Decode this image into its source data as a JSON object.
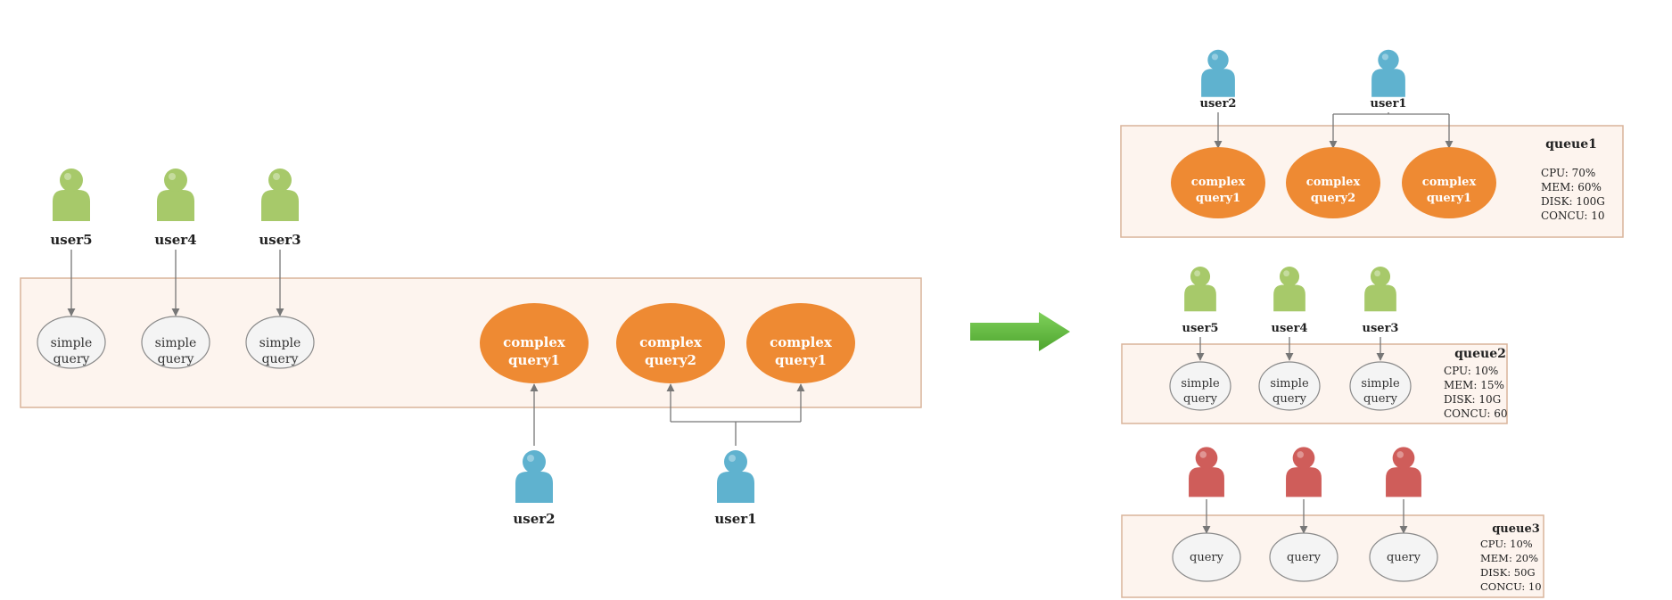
{
  "colors": {
    "user_green": "#a7c96a",
    "user_blue": "#5fb2cf",
    "user_red": "#cf5d5a",
    "complex_fill": "#ee8a33",
    "simple_fill": "#f4f4f4",
    "panel_fill": "#fdf4ee",
    "panel_border": "#d9b49a",
    "arrow_green": "#5cb63c",
    "connector": "#777777"
  },
  "left": {
    "users_top": [
      {
        "name": "user5",
        "icon": "user-icon-green"
      },
      {
        "name": "user4",
        "icon": "user-icon-green"
      },
      {
        "name": "user3",
        "icon": "user-icon-green"
      }
    ],
    "simple_queries": [
      {
        "line1": "simple",
        "line2": "query"
      },
      {
        "line1": "simple",
        "line2": "query"
      },
      {
        "line1": "simple",
        "line2": "query"
      }
    ],
    "complex_queries": [
      {
        "line1": "complex",
        "line2": "query1"
      },
      {
        "line1": "complex",
        "line2": "query2"
      },
      {
        "line1": "complex",
        "line2": "query1"
      }
    ],
    "users_bottom": [
      {
        "name": "user2",
        "icon": "user-icon-blue"
      },
      {
        "name": "user1",
        "icon": "user-icon-blue"
      }
    ]
  },
  "right": {
    "queue1": {
      "title": "queue1",
      "users": [
        {
          "name": "user2",
          "icon": "user-icon-blue"
        },
        {
          "name": "user1",
          "icon": "user-icon-blue"
        }
      ],
      "queries": [
        {
          "line1": "complex",
          "line2": "query1"
        },
        {
          "line1": "complex",
          "line2": "query2"
        },
        {
          "line1": "complex",
          "line2": "query1"
        }
      ],
      "stats": [
        "CPU: 70%",
        "MEM: 60%",
        "DISK: 100G",
        "CONCU: 10"
      ]
    },
    "queue2": {
      "title": "queue2",
      "users": [
        {
          "name": "user5",
          "icon": "user-icon-green"
        },
        {
          "name": "user4",
          "icon": "user-icon-green"
        },
        {
          "name": "user3",
          "icon": "user-icon-green"
        }
      ],
      "queries": [
        {
          "line1": "simple",
          "line2": "query"
        },
        {
          "line1": "simple",
          "line2": "query"
        },
        {
          "line1": "simple",
          "line2": "query"
        }
      ],
      "stats": [
        "CPU: 10%",
        "MEM: 15%",
        "DISK: 10G",
        "CONCU: 60"
      ]
    },
    "queue3": {
      "title": "queue3",
      "users": [
        {
          "icon": "user-icon-red"
        },
        {
          "icon": "user-icon-red"
        },
        {
          "icon": "user-icon-red"
        }
      ],
      "queries": [
        {
          "line1": "query"
        },
        {
          "line1": "query"
        },
        {
          "line1": "query"
        }
      ],
      "stats": [
        "CPU: 10%",
        "MEM: 20%",
        "DISK: 50G",
        "CONCU: 10"
      ]
    }
  },
  "transition_arrow": {
    "icon": "right-arrow-icon"
  }
}
